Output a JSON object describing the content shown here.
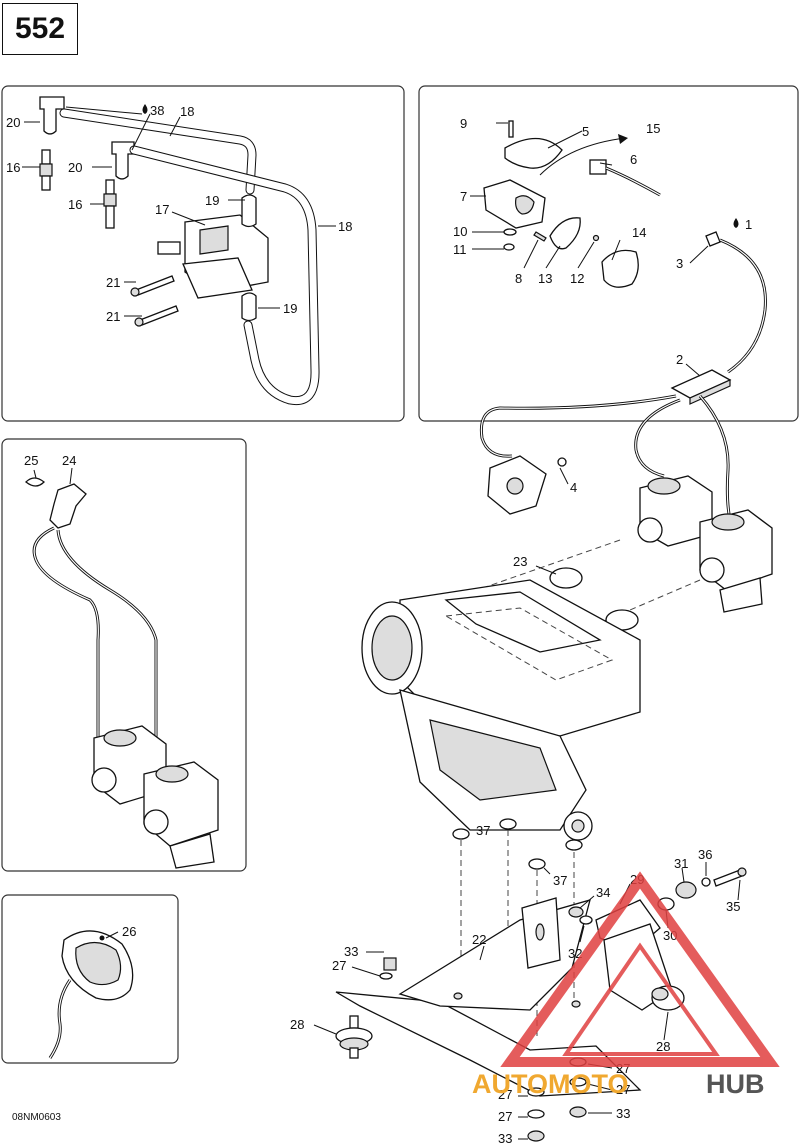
{
  "page_number": "552",
  "document_code": "08NM0603",
  "callouts": {
    "c1": "1",
    "c2": "2",
    "c3": "3",
    "c4": "4",
    "c5": "5",
    "c6": "6",
    "c7": "7",
    "c8": "8",
    "c9": "9",
    "c10": "10",
    "c11": "11",
    "c12": "12",
    "c13": "13",
    "c14": "14",
    "c15": "15",
    "c16": "16",
    "c17": "17",
    "c18": "18",
    "c19": "19",
    "c20": "20",
    "c21": "21",
    "c22": "22",
    "c23": "23",
    "c24": "24",
    "c25": "25",
    "c26": "26",
    "c27": "27",
    "c28": "28",
    "c29": "29",
    "c30": "30",
    "c31": "31",
    "c32": "32",
    "c33": "33",
    "c34": "34",
    "c35": "35",
    "c36": "36",
    "c37": "37",
    "c38": "38"
  },
  "watermark": {
    "text_left": "AUTOMOTO",
    "text_right": "HUB",
    "color_left": "#f0a830",
    "color_right": "#555555",
    "triangle_color": "#e04040"
  }
}
